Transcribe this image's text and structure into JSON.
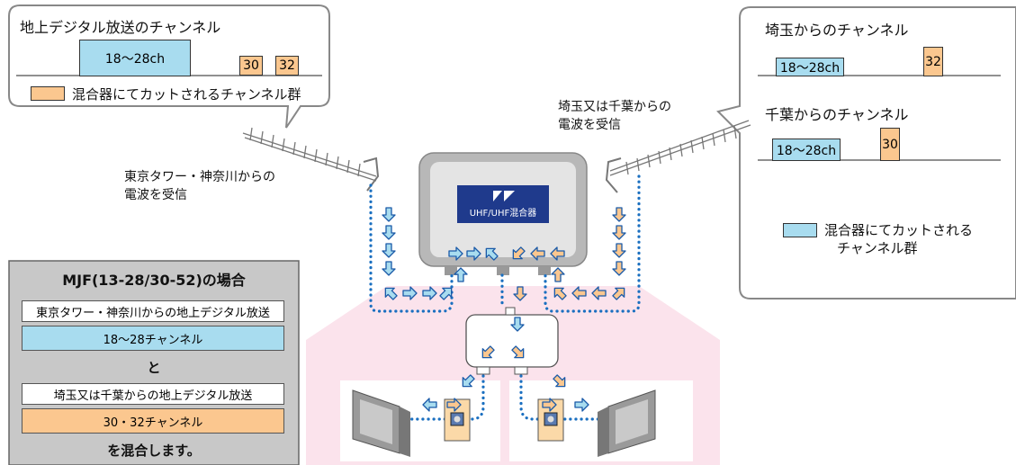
{
  "left_bubble": {
    "title": "地上デジタル放送のチャンネル",
    "band": "18〜28ch",
    "ch_a": "30",
    "ch_b": "32",
    "legend": "混合器にてカットされるチャンネル群"
  },
  "right_bubble": {
    "saitama_title": "埼玉からのチャンネル",
    "saitama_band": "18〜28ch",
    "saitama_ch": "32",
    "chiba_title": "千葉からのチャンネル",
    "chiba_band": "18〜28ch",
    "chiba_ch": "30",
    "legend_line1": "混合器にてカットされる",
    "legend_line2": "チャンネル群"
  },
  "labels": {
    "tokyo_line1": "東京タワー・神奈川からの",
    "tokyo_line2": "電波を受信",
    "saitama_line1": "埼玉又は千葉からの",
    "saitama_line2": "電波を受信"
  },
  "mixer_label": "UHF/UHF混合器",
  "info_panel": {
    "title": "MJF(13-28/30-52)の場合",
    "source1": "東京タワー・神奈川からの地上デジタル放送",
    "channels1": "18〜28チャンネル",
    "and": "と",
    "source2": "埼玉又は千葉からの地上デジタル放送",
    "channels2": "30・32チャンネル",
    "footer": "を混合します。"
  },
  "colors": {
    "band_blue": "#a8dcef",
    "cut_orange": "#fbc78f",
    "cable_blue": "#1a6fc0",
    "house_pink": "#fbe3ec",
    "panel_gray": "#c8c8c8"
  }
}
